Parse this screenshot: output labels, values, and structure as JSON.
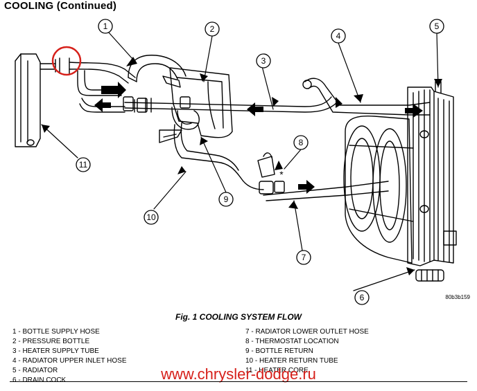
{
  "header": {
    "title": "COOLING (Continued)"
  },
  "figure": {
    "title": "Fig. 1 COOLING SYSTEM FLOW",
    "code": "80b3b159",
    "callouts": [
      "1",
      "2",
      "3",
      "4",
      "5",
      "6",
      "7",
      "8",
      "9",
      "10",
      "11"
    ],
    "thermostat_mark": "*"
  },
  "legend": {
    "left": [
      "1 - BOTTLE SUPPLY HOSE",
      "2 - PRESSURE BOTTLE",
      "3 - HEATER SUPPLY TUBE",
      "4 - RADIATOR UPPER INLET HOSE",
      "5 - RADIATOR",
      "6 - DRAIN COCK"
    ],
    "right": [
      "7 - RADIATOR LOWER OUTLET HOSE",
      "8 - THERMOSTAT LOCATION",
      "9 - BOTTLE RETURN",
      "10 - HEATER RETURN TUBE",
      "11 - HEATER CORE"
    ]
  },
  "watermark": "www.chrysler-dodge.ru",
  "colors": {
    "line": "#000000",
    "watermark": "#d6201a",
    "highlight_circle": "#d6201a"
  }
}
